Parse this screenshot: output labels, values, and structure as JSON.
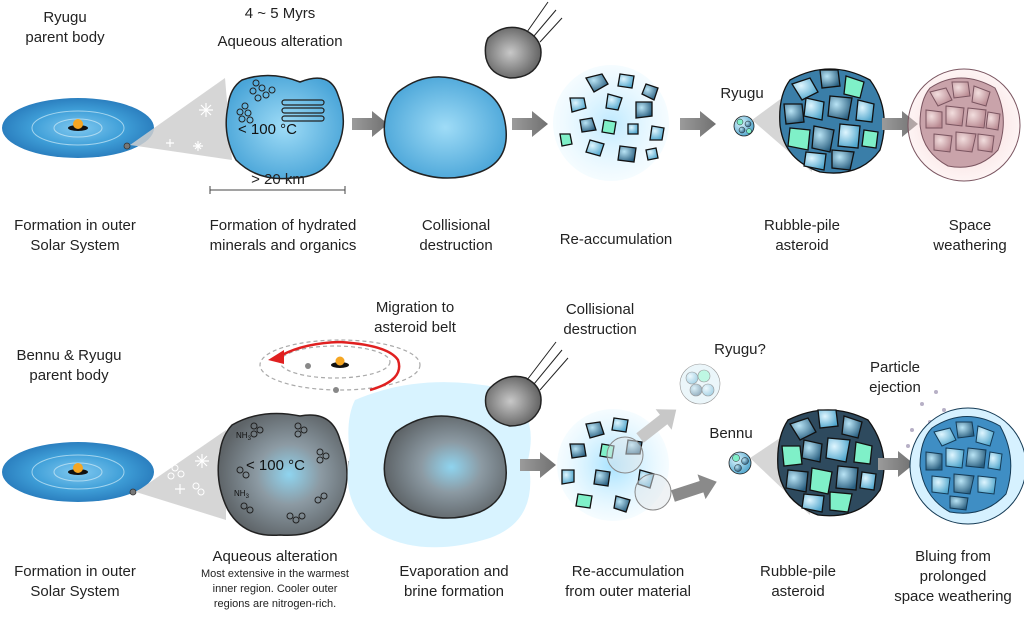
{
  "top": {
    "parent_body": [
      "Ryugu",
      "parent body"
    ],
    "duration": "4 ~ 5 Myrs",
    "process": "Aqueous alteration",
    "temperature": "< 100 °C",
    "size": "> 20 km",
    "ryugu_label": "Ryugu",
    "captions": {
      "formation": [
        "Formation in outer",
        "Solar System"
      ],
      "hydrated": [
        "Formation of hydrated",
        "minerals and organics"
      ],
      "collision": [
        "Collisional",
        "destruction"
      ],
      "reaccumulation": [
        "Re-accumulation"
      ],
      "rubble": [
        "Rubble-pile",
        "asteroid"
      ],
      "weathering": [
        "Space",
        "weathering"
      ]
    }
  },
  "bottom": {
    "parent_body": [
      "Bennu & Ryugu",
      "parent body"
    ],
    "migration": [
      "Migration to",
      "asteroid belt"
    ],
    "collision_label": [
      "Collisional",
      "destruction"
    ],
    "temperature": "< 100 °C",
    "nh3": "NH",
    "nh3_sub": "3",
    "ryugu_q": "Ryugu?",
    "bennu_label": "Bennu",
    "ejection": [
      "Particle",
      "ejection"
    ],
    "captions": {
      "formation": [
        "Formation in outer",
        "Solar System"
      ],
      "aqueous_title": "Aqueous alteration",
      "aqueous_detail": [
        "Most extensive in the warmest",
        "inner region. Cooler outer",
        "regions are nitrogen-rich."
      ],
      "evaporation": [
        "Evaporation and",
        "brine formation"
      ],
      "reaccumulation": [
        "Re-accumulation",
        "from outer material"
      ],
      "rubble": [
        "Rubble-pile",
        "asteroid"
      ],
      "bluing": [
        "Bluing from",
        "prolonged",
        "space weathering"
      ]
    }
  },
  "colors": {
    "disk": "#3f9fd8",
    "sun": "#f5a623",
    "arrow": "#8a8a8a",
    "orbit": "#e02020",
    "rock": "#9aa0a6",
    "cyan": "#9be6ff",
    "mint": "#7ff0c8"
  }
}
